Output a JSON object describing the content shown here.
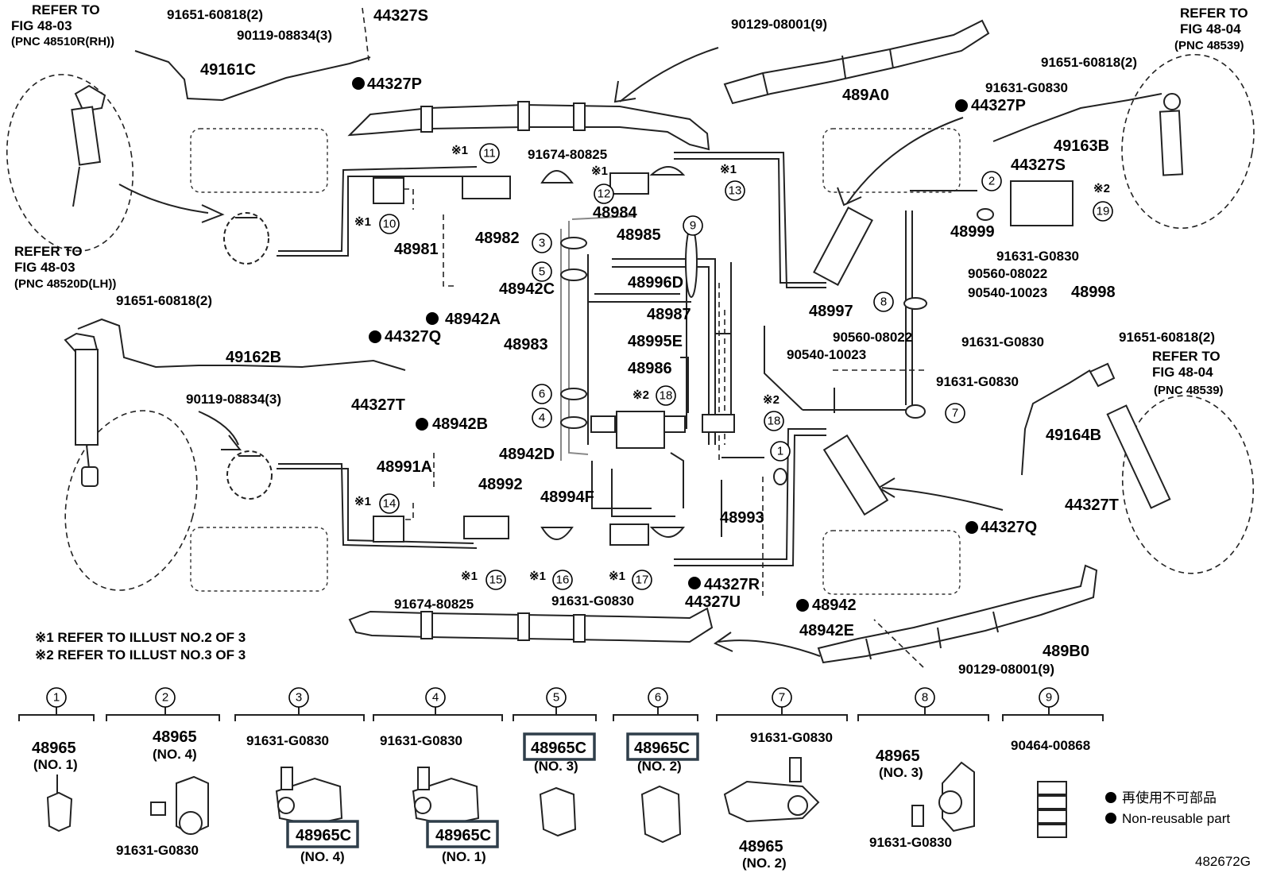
{
  "labels": {
    "ref_fig4803_rh_1": "REFER TO",
    "ref_fig4803_rh_2": "FIG 48-03",
    "ref_fig4803_rh_3": "(PNC 48510R(RH))",
    "ref_fig4803_lh_1": "REFER TO",
    "ref_fig4803_lh_2": "FIG 48-03",
    "ref_fig4803_lh_3": "(PNC 48520D(LH))",
    "ref_fig4804_a_1": "REFER TO",
    "ref_fig4804_a_2": "FIG 48-04",
    "ref_fig4804_a_3": "(PNC 48539)",
    "ref_fig4804_b_1": "REFER TO",
    "ref_fig4804_b_2": "FIG 48-04",
    "ref_fig4804_b_3": "(PNC 48539)",
    "p_91651_60818_a": "91651-60818(2)",
    "p_90119_08834_a": "90119-08834(3)",
    "p_44327S_a": "44327S",
    "p_44327P_a": "44327P",
    "p_49161C": "49161C",
    "p_90129_08001_a": "90129-08001(9)",
    "p_489A0": "489A0",
    "p_91651_60818_b": "91651-60818(2)",
    "p_91631_G0830_a": "91631-G0830",
    "p_44327P_b": "44327P",
    "p_49163B": "49163B",
    "p_44327S_b": "44327S",
    "p_91674_80825_a": "91674-80825",
    "p_48981": "48981",
    "p_48982": "48982",
    "p_48984": "48984",
    "p_48985": "48985",
    "p_48999": "48999",
    "p_91631_G0830_b": "91631-G0830",
    "p_90560_08022_a": "90560-08022",
    "p_90540_10023_a": "90540-10023",
    "p_48998": "48998",
    "p_48942C": "48942C",
    "p_48996D": "48996D",
    "p_48987": "48987",
    "p_48997": "48997",
    "p_48942A": "48942A",
    "p_91651_60818_c": "91651-60818(2)",
    "p_44327Q_a": "44327Q",
    "p_49162B": "49162B",
    "p_48983": "48983",
    "p_48995E": "48995E",
    "p_90560_08022_b": "90560-08022",
    "p_90540_10023_b": "90540-10023",
    "p_91631_G0830_c": "91631-G0830",
    "p_91651_60818_d": "91651-60818(2)",
    "p_48986": "48986",
    "p_90119_08834_b": "90119-08834(3)",
    "p_44327T_a": "44327T",
    "p_91631_G0830_d": "91631-G0830",
    "p_48942B": "48942B",
    "p_49164B": "49164B",
    "p_48942D": "48942D",
    "p_48991A": "48991A",
    "p_48992": "48992",
    "p_48994F": "48994F",
    "p_48993": "48993",
    "p_44327T_b": "44327T",
    "p_44327Q_b": "44327Q",
    "p_44327R": "44327R",
    "p_91674_80825_b": "91674-80825",
    "p_91631_G0830_e": "91631-G0830",
    "p_44327U": "44327U",
    "p_48942": "48942",
    "p_48942E": "48942E",
    "p_489B0": "489B0",
    "p_90129_08001_b": "90129-08001(9)",
    "note_1": "※1 REFER TO ILLUST NO.2 OF 3",
    "note_2": "※2 REFER TO ILLUST NO.3 OF 3",
    "x1": "※1",
    "x2": "※2",
    "figure_id": "482672G"
  },
  "callouts": [
    "1",
    "2",
    "3",
    "4",
    "5",
    "6",
    "7",
    "8",
    "9",
    "10",
    "11",
    "12",
    "13",
    "14",
    "15",
    "16",
    "17",
    "18",
    "19"
  ],
  "details": [
    {
      "num": "1",
      "part": "48965",
      "sub": "(NO. 1)"
    },
    {
      "num": "2",
      "part": "48965",
      "sub": "(NO. 4)",
      "bolt": "91631-G0830"
    },
    {
      "num": "3",
      "bolt": "91631-G0830",
      "part": "48965C",
      "sub": "(NO. 4)"
    },
    {
      "num": "4",
      "bolt": "91631-G0830",
      "part": "48965C",
      "sub": "(NO. 1)"
    },
    {
      "num": "5",
      "part": "48965C",
      "sub": "(NO. 3)"
    },
    {
      "num": "6",
      "part": "48965C",
      "sub": "(NO. 2)"
    },
    {
      "num": "7",
      "bolt": "91631-G0830",
      "part": "48965",
      "sub": "(NO. 2)"
    },
    {
      "num": "8",
      "part": "48965",
      "sub": "(NO. 3)",
      "bolt": "91631-G0830"
    },
    {
      "num": "9",
      "part": "90464-00868"
    }
  ],
  "legend": {
    "jp": "再使用不可部品",
    "en": "Non-reusable part"
  }
}
